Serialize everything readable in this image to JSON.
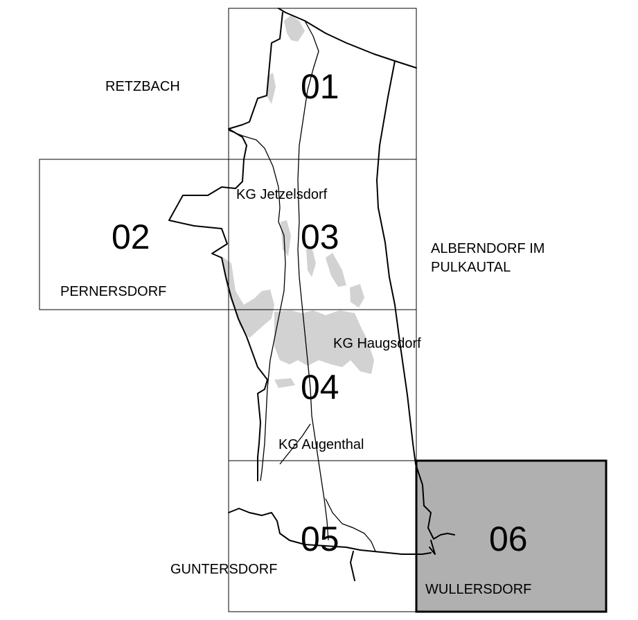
{
  "map": {
    "sheets": [
      {
        "id": "01",
        "label": "01",
        "highlighted": false
      },
      {
        "id": "02",
        "label": "02",
        "highlighted": false
      },
      {
        "id": "03",
        "label": "03",
        "highlighted": false
      },
      {
        "id": "04",
        "label": "04",
        "highlighted": false
      },
      {
        "id": "05",
        "label": "05",
        "highlighted": false
      },
      {
        "id": "06",
        "label": "06",
        "highlighted": true
      }
    ],
    "neighbours": {
      "retzbach": "RETZBACH",
      "pernersdorf": "PERNERSDORF",
      "alberndorf_line1": "ALBERNDORF IM",
      "alberndorf_line2": "PULKAUTAL",
      "guntersdorf": "GUNTERSDORF",
      "wullersdorf": "WULLERSDORF"
    },
    "cadastral": {
      "jetzelsdorf": "KG Jetzelsdorf",
      "haugsdorf": "KG Haugsdorf",
      "augenthal": "KG Augenthal"
    },
    "colors": {
      "highlight_fill": "#b0b0b0",
      "settlement_fill": "#d2d2d2",
      "line": "#000000"
    }
  }
}
